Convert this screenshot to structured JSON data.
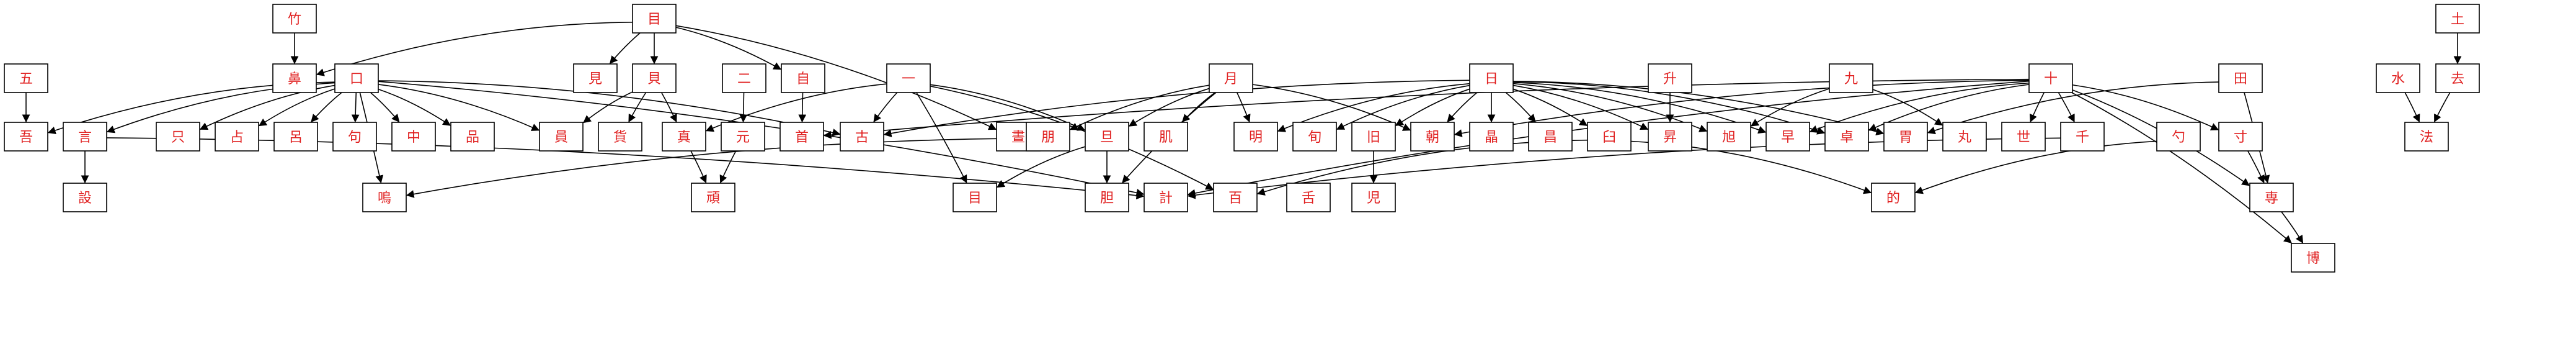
{
  "diagram": {
    "nodes": [
      {
        "id": "zhu",
        "label": "竹"
      },
      {
        "id": "mu",
        "label": "目"
      },
      {
        "id": "tu",
        "label": "土"
      },
      {
        "id": "wu",
        "label": "五"
      },
      {
        "id": "bi",
        "label": "鼻"
      },
      {
        "id": "kou",
        "label": "口"
      },
      {
        "id": "jian",
        "label": "見"
      },
      {
        "id": "bei",
        "label": "貝"
      },
      {
        "id": "er",
        "label": "二"
      },
      {
        "id": "zi",
        "label": "自"
      },
      {
        "id": "yi",
        "label": "一"
      },
      {
        "id": "yue",
        "label": "月"
      },
      {
        "id": "ri",
        "label": "日"
      },
      {
        "id": "sheng",
        "label": "升"
      },
      {
        "id": "jiu",
        "label": "九"
      },
      {
        "id": "shi",
        "label": "十"
      },
      {
        "id": "tian",
        "label": "田"
      },
      {
        "id": "shui",
        "label": "水"
      },
      {
        "id": "qu",
        "label": "去"
      },
      {
        "id": "wu2",
        "label": "吾"
      },
      {
        "id": "yan",
        "label": "言"
      },
      {
        "id": "zhi",
        "label": "只"
      },
      {
        "id": "gu_dup",
        "label": "占"
      },
      {
        "id": "lv",
        "label": "呂"
      },
      {
        "id": "ju",
        "label": "句"
      },
      {
        "id": "zhong",
        "label": "中"
      },
      {
        "id": "pin",
        "label": "品"
      },
      {
        "id": "yuan",
        "label": "員"
      },
      {
        "id": "xun",
        "label": "貨"
      },
      {
        "id": "zhen",
        "label": "真"
      },
      {
        "id": "yuan2",
        "label": "元"
      },
      {
        "id": "bai",
        "label": "首"
      },
      {
        "id": "gu",
        "label": "古"
      },
      {
        "id": "zhou",
        "label": "晝"
      },
      {
        "id": "peng",
        "label": "朋"
      },
      {
        "id": "dan",
        "label": "旦"
      },
      {
        "id": "ji",
        "label": "肌"
      },
      {
        "id": "ming",
        "label": "明"
      },
      {
        "id": "xun2",
        "label": "旬"
      },
      {
        "id": "jiu2",
        "label": "旧"
      },
      {
        "id": "chao",
        "label": "朝"
      },
      {
        "id": "jing",
        "label": "晶"
      },
      {
        "id": "pin2",
        "label": "昌"
      },
      {
        "id": "jiu3",
        "label": "臼"
      },
      {
        "id": "sheng2",
        "label": "昇"
      },
      {
        "id": "xu",
        "label": "旭"
      },
      {
        "id": "zao",
        "label": "早"
      },
      {
        "id": "zhuo",
        "label": "卓"
      },
      {
        "id": "bei2",
        "label": "胃"
      },
      {
        "id": "wan",
        "label": "丸"
      },
      {
        "id": "shi2",
        "label": "世"
      },
      {
        "id": "qian",
        "label": "千"
      },
      {
        "id": "shao",
        "label": "勺"
      },
      {
        "id": "cun",
        "label": "寸"
      },
      {
        "id": "fa",
        "label": "法"
      },
      {
        "id": "she",
        "label": "設"
      },
      {
        "id": "ming2",
        "label": "鳴"
      },
      {
        "id": "yuan3",
        "label": "頑"
      },
      {
        "id": "mu2",
        "label": "目"
      },
      {
        "id": "xu2",
        "label": "胆"
      },
      {
        "id": "ji2",
        "label": "計"
      },
      {
        "id": "bai2",
        "label": "百"
      },
      {
        "id": "she2",
        "label": "舌"
      },
      {
        "id": "er2",
        "label": "児"
      },
      {
        "id": "de",
        "label": "的"
      },
      {
        "id": "zhuan",
        "label": "専"
      },
      {
        "id": "bo",
        "label": "博"
      }
    ]
  }
}
